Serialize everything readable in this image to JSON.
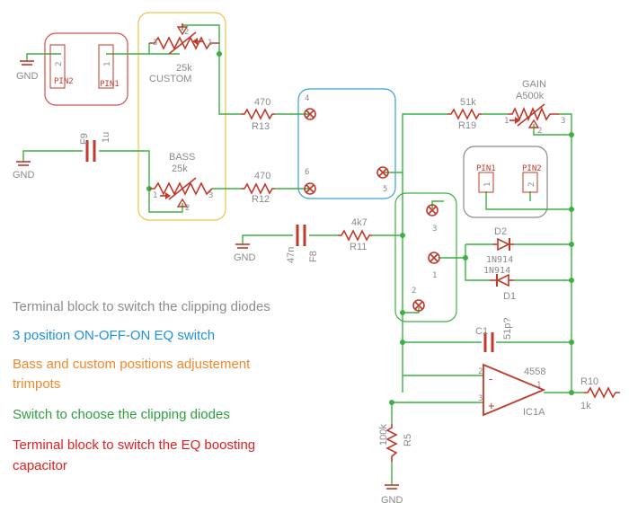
{
  "legend": {
    "terminal_diodes": {
      "text": "Terminal block to switch the clipping diodes",
      "color": "#8c8c8c"
    },
    "eq_switch": {
      "text": "3 position ON-OFF-ON EQ switch",
      "color": "#1e90d8"
    },
    "trimpots": {
      "line1": "Bass and custom positions adjustement",
      "line2": "trimpots",
      "color": "#f0882a"
    },
    "diode_switch": {
      "text": "Switch to choose the clipping diodes",
      "color": "#2e9e3e"
    },
    "terminal_cap": {
      "line1": "Terminal block to switch the EQ boosting",
      "line2": "capacitor",
      "color": "#e02020"
    }
  },
  "highlight_colors": {
    "terminal_cap": "#e04a4a",
    "trimpots": "#e8c44a",
    "eq_switch": "#3aa0d8",
    "diode_switch": "#3cb043",
    "terminal_diodes": "#8a8a8a"
  },
  "schematic": {
    "gnd_label": "GND",
    "terminal_left": {
      "pin2": "PIN2",
      "pin1": "PIN1",
      "num2": "2",
      "num1": "1"
    },
    "terminal_right": {
      "pin1": "PIN1",
      "pin2": "PIN2",
      "num1": "1",
      "num2": "2"
    },
    "f9": {
      "name": "F9",
      "value": "1u"
    },
    "custom_pot": {
      "value": "25k",
      "name": "CUSTOM",
      "p3": "3",
      "p2": "2",
      "p1": "1"
    },
    "bass_pot": {
      "name": "BASS",
      "value": "25k",
      "p1": "1",
      "p2": "2",
      "p3": "3"
    },
    "r13": {
      "value": "470",
      "name": "R13"
    },
    "r12": {
      "value": "470",
      "name": "R12"
    },
    "r19": {
      "value": "51k",
      "name": "R19"
    },
    "gain_pot": {
      "name": "GAIN",
      "value": "A500k",
      "p1": "1",
      "p2": "2",
      "p3": "3"
    },
    "eq_switch_pins": {
      "p4": "4",
      "p6": "6",
      "p5": "5"
    },
    "f8": {
      "value": "47n",
      "name": "F8"
    },
    "r11": {
      "value": "4k7",
      "name": "R11"
    },
    "diode_switch_pins": {
      "p3": "3",
      "p1": "1",
      "p2": "2"
    },
    "d2": {
      "name": "D2",
      "part": "1N914"
    },
    "d1": {
      "name": "D1",
      "part": "1N914"
    },
    "c1": {
      "name": "C1",
      "value": "51p?"
    },
    "opamp": {
      "part": "4558",
      "name": "IC1A",
      "minus": "-",
      "plus": "+",
      "pin2": "2",
      "pin3": "3",
      "pin1": "1"
    },
    "r10": {
      "name": "R10",
      "value": "1k"
    },
    "r5": {
      "value": "100k",
      "name": "R5"
    }
  }
}
